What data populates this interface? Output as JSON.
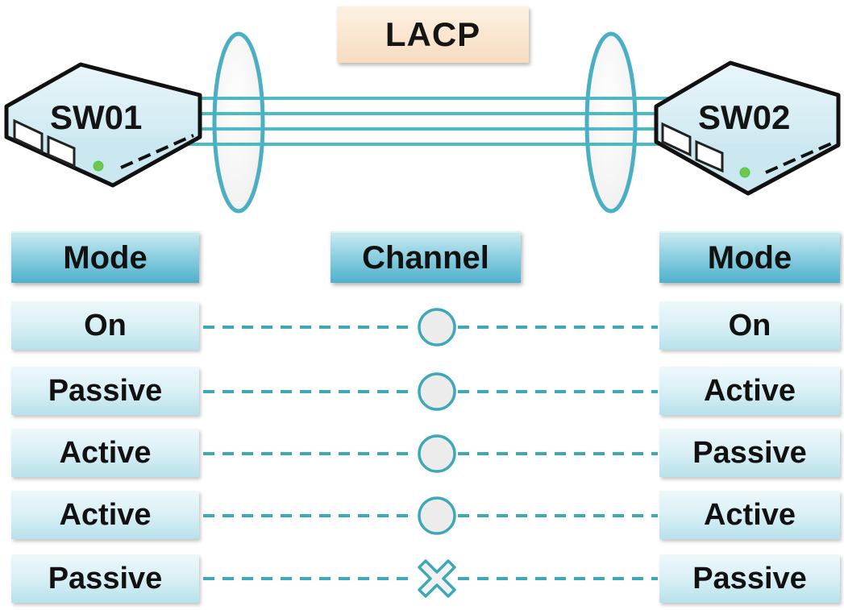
{
  "title": "LACP",
  "switches": {
    "left": "SW01",
    "right": "SW02"
  },
  "headers": {
    "left": "Mode",
    "center": "Channel",
    "right": "Mode"
  },
  "rows": [
    {
      "left": "On",
      "right": "On",
      "channel": "established"
    },
    {
      "left": "Passive",
      "right": "Active",
      "channel": "established"
    },
    {
      "left": "Active",
      "right": "Passive",
      "channel": "established"
    },
    {
      "left": "Active",
      "right": "Active",
      "channel": "established"
    },
    {
      "left": "Passive",
      "right": "Passive",
      "channel": "failed"
    }
  ],
  "colors": {
    "link": "#4db8c6",
    "dash": "#3fa8b8",
    "header_dark": "#4fb1cb",
    "cell_light": "#d9f0f5",
    "title_bg": "#f7dcc0"
  }
}
